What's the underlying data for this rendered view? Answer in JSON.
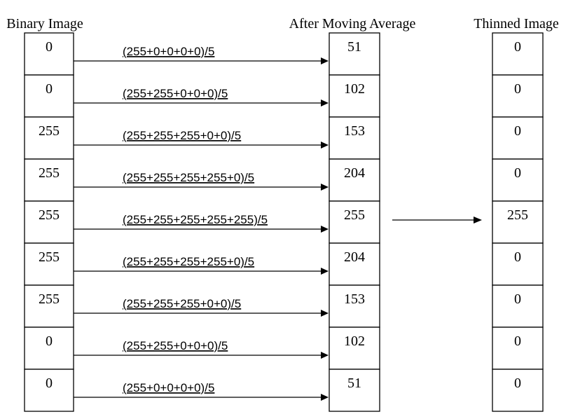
{
  "titles": {
    "binary": "Binary Image",
    "moving": "After Moving Average",
    "thinned": "Thinned Image"
  },
  "rows": [
    {
      "binary": "0",
      "formula": "(255+0+0+0+0)/5",
      "average": "51",
      "thinned": "0"
    },
    {
      "binary": "0",
      "formula": "(255+255+0+0+0)/5",
      "average": "102",
      "thinned": "0"
    },
    {
      "binary": "255",
      "formula": "(255+255+255+0+0)/5",
      "average": "153",
      "thinned": "0"
    },
    {
      "binary": "255",
      "formula": "(255+255+255+255+0)/5",
      "average": "204",
      "thinned": "0"
    },
    {
      "binary": "255",
      "formula": "(255+255+255+255+255)/5",
      "average": "255",
      "thinned": "255"
    },
    {
      "binary": "255",
      "formula": "(255+255+255+255+0)/5",
      "average": "204",
      "thinned": "0"
    },
    {
      "binary": "255",
      "formula": "(255+255+255+0+0)/5",
      "average": "153",
      "thinned": "0"
    },
    {
      "binary": "0",
      "formula": "(255+255+0+0+0)/5",
      "average": "102",
      "thinned": "0"
    },
    {
      "binary": "0",
      "formula": "(255+0+0+0+0)/5",
      "average": "51",
      "thinned": "0"
    }
  ]
}
